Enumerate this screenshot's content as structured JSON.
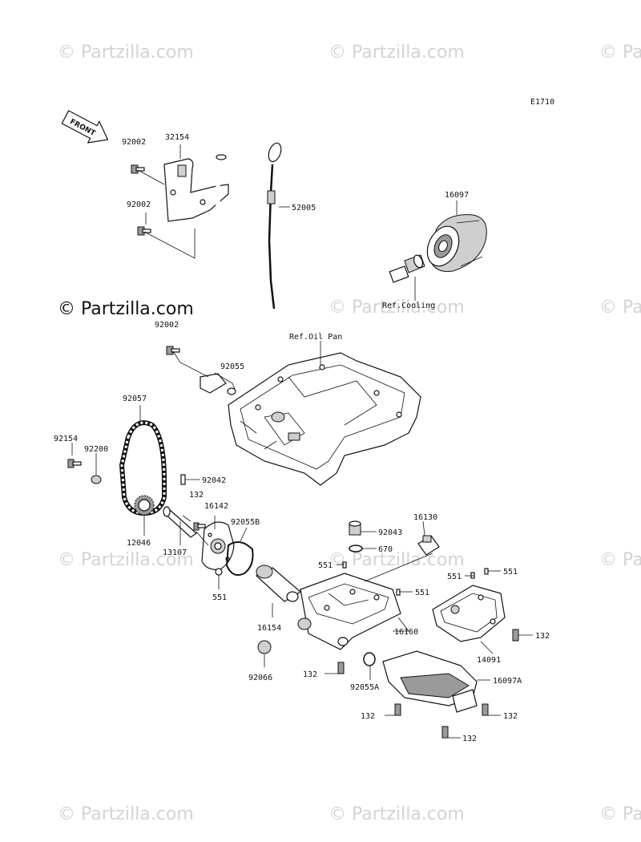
{
  "diagram_code": "E1710",
  "watermark": "© Partzilla.com",
  "watermark_main": "© Partzilla.com",
  "front_arrow_label": "FRONT",
  "ref_labels": {
    "cooling": "Ref.Cooling",
    "oil_pan": "Ref.Oil Pan"
  },
  "part_labels": {
    "p92002_a": "92002",
    "p32154": "32154",
    "p92002_b": "92002",
    "p52005": "52005",
    "p16097": "16097",
    "p92002_c": "92002",
    "p92055": "92055",
    "p92057": "92057",
    "p92154": "92154",
    "p92200": "92200",
    "p92042": "92042",
    "p132_a": "132",
    "p16142": "16142",
    "p92055B": "92055B",
    "p12046": "12046",
    "p13107": "13107",
    "p551_a": "551",
    "p16130": "16130",
    "p92043": "92043",
    "p670": "670",
    "p551_b": "551",
    "p551_c": "551",
    "p551_d": "551",
    "p551_e": "551",
    "p16154": "16154",
    "p16160": "16160",
    "p132_b": "132",
    "p14091": "14091",
    "p92066": "92066",
    "p132_c": "132",
    "p92055A": "92055A",
    "p16097A": "16097A",
    "p132_d": "132",
    "p132_e": "132",
    "p132_f": "132"
  }
}
